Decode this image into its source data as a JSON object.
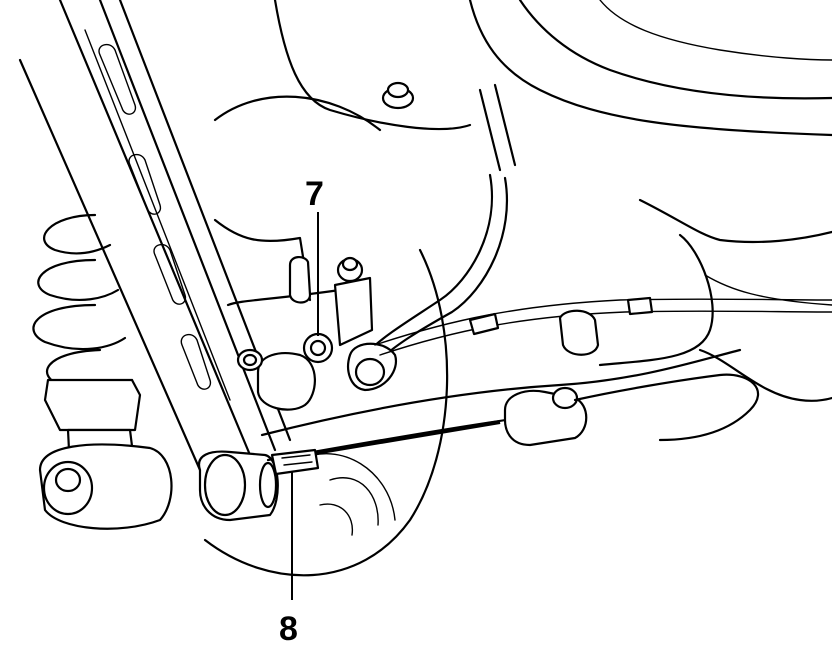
{
  "callouts": [
    {
      "id": "7",
      "text": "7"
    },
    {
      "id": "8",
      "text": "8"
    }
  ],
  "colors": {
    "ink": "#000000",
    "paper": "#ffffff"
  }
}
